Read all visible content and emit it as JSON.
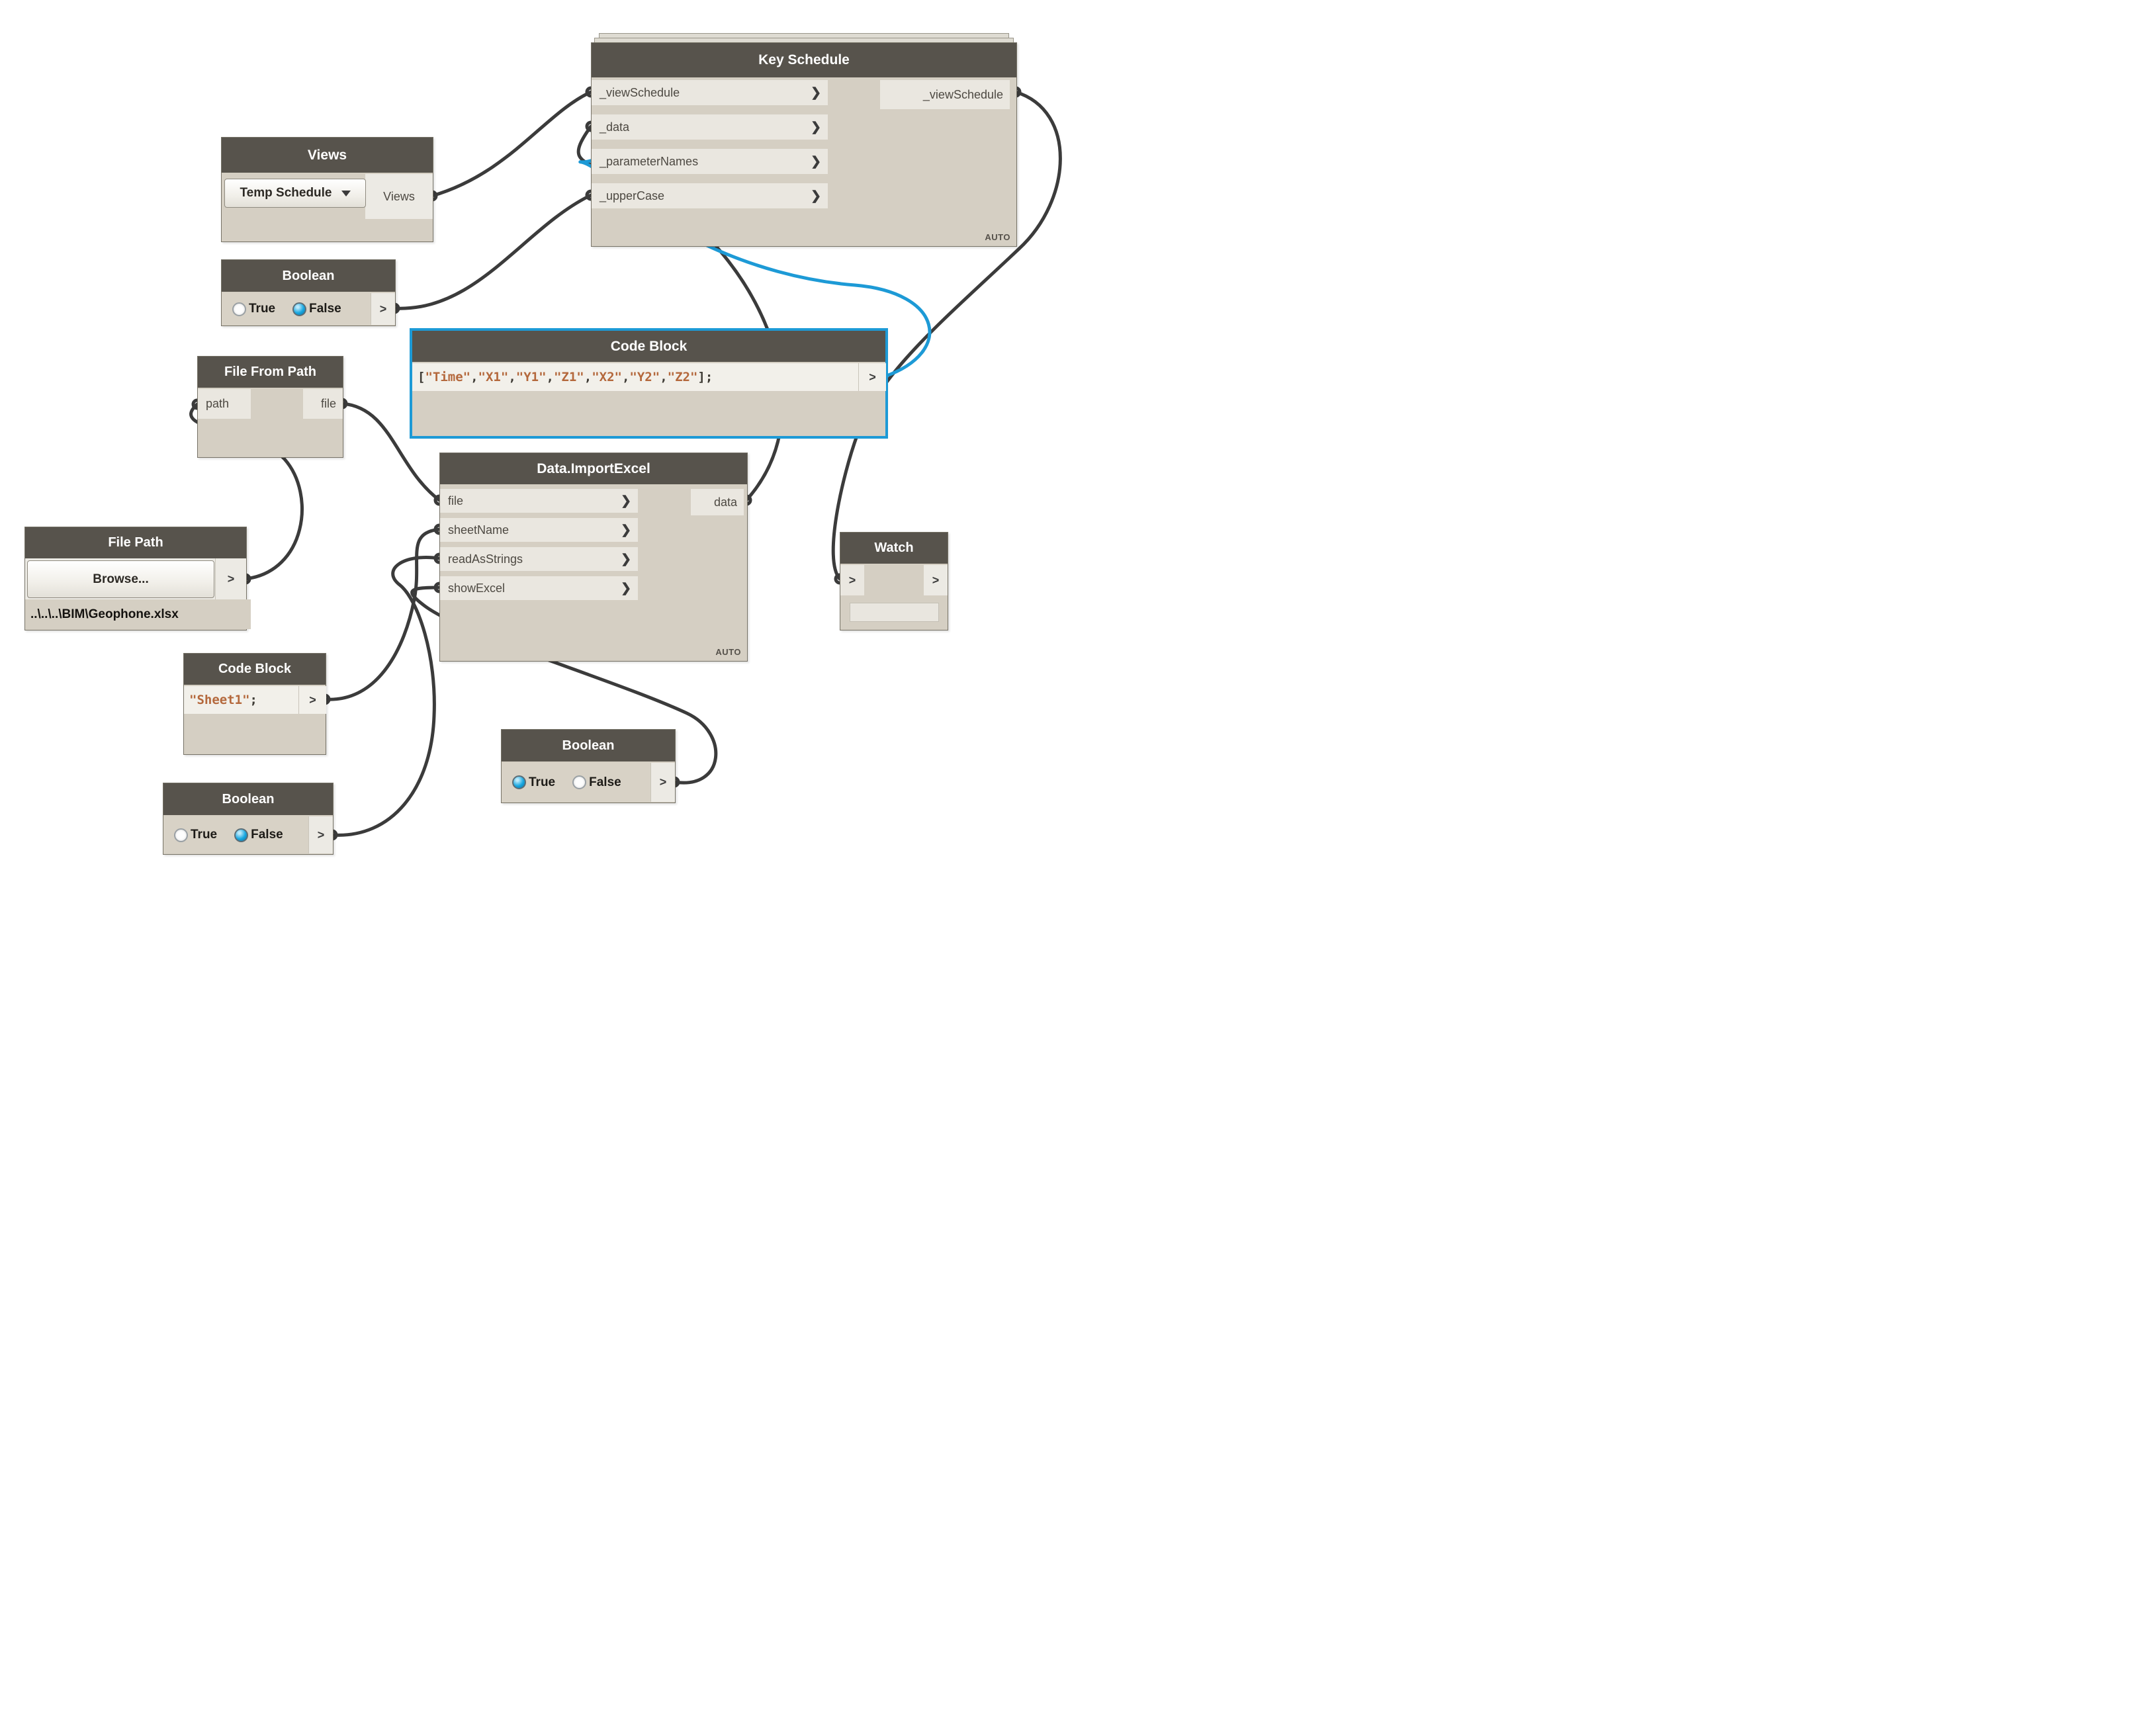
{
  "canvas": {
    "colors": {
      "header": "#57534c",
      "body": "#d5cfc3",
      "port": "#eae7e0",
      "wire": "#3b3b3b",
      "selection_blue": "#1d9ad6",
      "string_token": "#b4683c",
      "radio_on": "#18a7e0"
    }
  },
  "nodes": {
    "key_schedule": {
      "title": "Key Schedule",
      "inputs": [
        "_viewSchedule",
        "_data",
        "_parameterNames",
        "_upperCase"
      ],
      "output": "_viewSchedule",
      "lacing": "AUTO"
    },
    "views": {
      "title": "Views",
      "dropdown_value": "Temp Schedule",
      "output": "Views"
    },
    "boolean_top": {
      "title": "Boolean",
      "options": [
        "True",
        "False"
      ],
      "selected": "False",
      "output_label": ">"
    },
    "code_block_params": {
      "title": "Code Block",
      "code": [
        {
          "k": "p",
          "t": "["
        },
        {
          "k": "s",
          "t": "\"Time\""
        },
        {
          "k": "p",
          "t": ","
        },
        {
          "k": "s",
          "t": "\"X1\""
        },
        {
          "k": "p",
          "t": ","
        },
        {
          "k": "s",
          "t": "\"Y1\""
        },
        {
          "k": "p",
          "t": ","
        },
        {
          "k": "s",
          "t": "\"Z1\""
        },
        {
          "k": "p",
          "t": ","
        },
        {
          "k": "s",
          "t": "\"X2\""
        },
        {
          "k": "p",
          "t": ","
        },
        {
          "k": "s",
          "t": "\"Y2\""
        },
        {
          "k": "p",
          "t": ","
        },
        {
          "k": "s",
          "t": "\"Z2\""
        },
        {
          "k": "p",
          "t": "];"
        }
      ],
      "output_label": ">",
      "selected": true
    },
    "file_from_path": {
      "title": "File From Path",
      "input": "path",
      "output": "file"
    },
    "file_path": {
      "title": "File Path",
      "button": "Browse...",
      "output_label": ">",
      "value": "..\\..\\..\\BIM\\Geophone.xlsx"
    },
    "data_import_excel": {
      "title": "Data.ImportExcel",
      "inputs": [
        "file",
        "sheetName",
        "readAsStrings",
        "showExcel"
      ],
      "output": "data",
      "lacing": "AUTO"
    },
    "code_block_sheet": {
      "title": "Code Block",
      "code": [
        {
          "k": "s",
          "t": "\"Sheet1\""
        },
        {
          "k": "p",
          "t": ";"
        }
      ],
      "output_label": ">"
    },
    "boolean_bottom_left": {
      "title": "Boolean",
      "options": [
        "True",
        "False"
      ],
      "selected": "False",
      "output_label": ">"
    },
    "boolean_bottom_mid": {
      "title": "Boolean",
      "options": [
        "True",
        "False"
      ],
      "selected": "True",
      "output_label": ">"
    },
    "watch": {
      "title": "Watch",
      "input_label": ">",
      "output_label": ">"
    }
  },
  "connections": [
    {
      "from": "views.Views",
      "to": "key_schedule._viewSchedule"
    },
    {
      "from": "data_import_excel.data",
      "to": "key_schedule._data"
    },
    {
      "from": "code_block_params.out",
      "to": "key_schedule._parameterNames",
      "selected": true
    },
    {
      "from": "boolean_top.out",
      "to": "key_schedule._upperCase"
    },
    {
      "from": "key_schedule._viewSchedule",
      "to": "watch.in"
    },
    {
      "from": "file_path.out",
      "to": "file_from_path.path"
    },
    {
      "from": "file_from_path.file",
      "to": "data_import_excel.file"
    },
    {
      "from": "code_block_sheet.out",
      "to": "data_import_excel.sheetName"
    },
    {
      "from": "boolean_bottom_left.out",
      "to": "data_import_excel.readAsStrings"
    },
    {
      "from": "boolean_bottom_mid.out",
      "to": "data_import_excel.showExcel"
    }
  ]
}
